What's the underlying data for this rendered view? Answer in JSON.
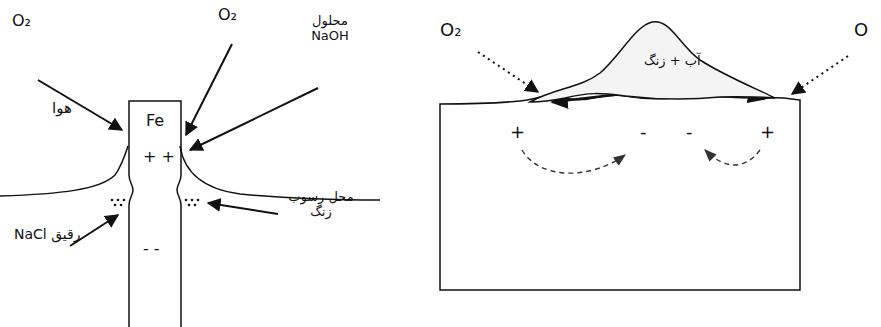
{
  "diagram": {
    "nodes": [
      {
        "text": [
          "Fe"
        ]
      },
      {
        "text": [
          "آب + زنگ"
        ]
      }
    ],
    "labels": [
      "O₂",
      "O₂",
      "محلول NaOH",
      "هوا",
      "NaCl رقیق",
      "محل رسوب زنگ",
      "+ +",
      "- -",
      "O₂",
      "O",
      "+",
      "-",
      "-",
      "+"
    ]
  }
}
